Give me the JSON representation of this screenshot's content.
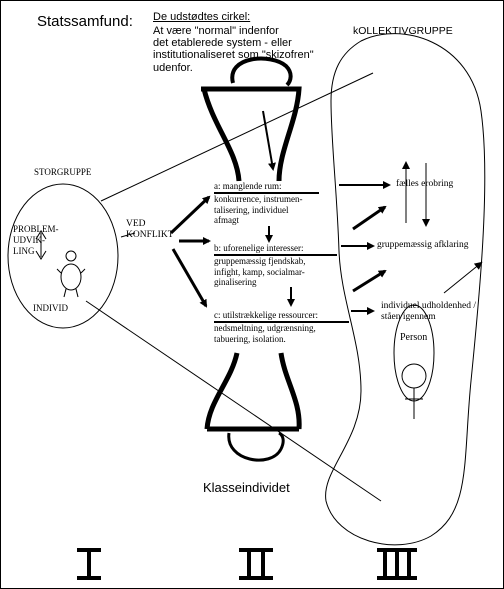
{
  "title": "Statssamfund:",
  "outcast_circle": {
    "heading": "De udstødtes cirkel:",
    "text": "At være \"normal\" indenfor\ndet etablerede system - eller\ninstitutionaliseret som \"skizofren\"\nudenfor."
  },
  "collective_group": "kOLLEKTIVGRUPPE",
  "big_group": "STORGRUPPE",
  "problem_development": "PROBLEM-\nUDVIK-\nLING",
  "individual": "INDIVID",
  "conflict": "VED\nKONFLIKT",
  "conflict_items": [
    {
      "heading": "a: manglende rum:",
      "text": "konkurrence, instrumen-\ntalisering, individuel\nafmagt"
    },
    {
      "heading": "b: uforenelige interesser:",
      "text": "gruppemæssig fjendskab,\ninfight, kamp, socialmar-\nginalisering"
    },
    {
      "heading": "c: utilstrækkelige ressourcer:",
      "text": "nedsmeltning, udgrænsning,\ntabuering, isolation."
    }
  ],
  "outcomes": [
    "fælles erobring",
    "gruppemæssig afklaring",
    "individuel udholdenhed /\nståen igennem"
  ],
  "person": "Person",
  "class_individual": "Klasseindividet",
  "roman_numerals": [
    "I",
    "II",
    "III"
  ],
  "colors": {
    "ink": "#000000",
    "background": "#ffffff"
  }
}
